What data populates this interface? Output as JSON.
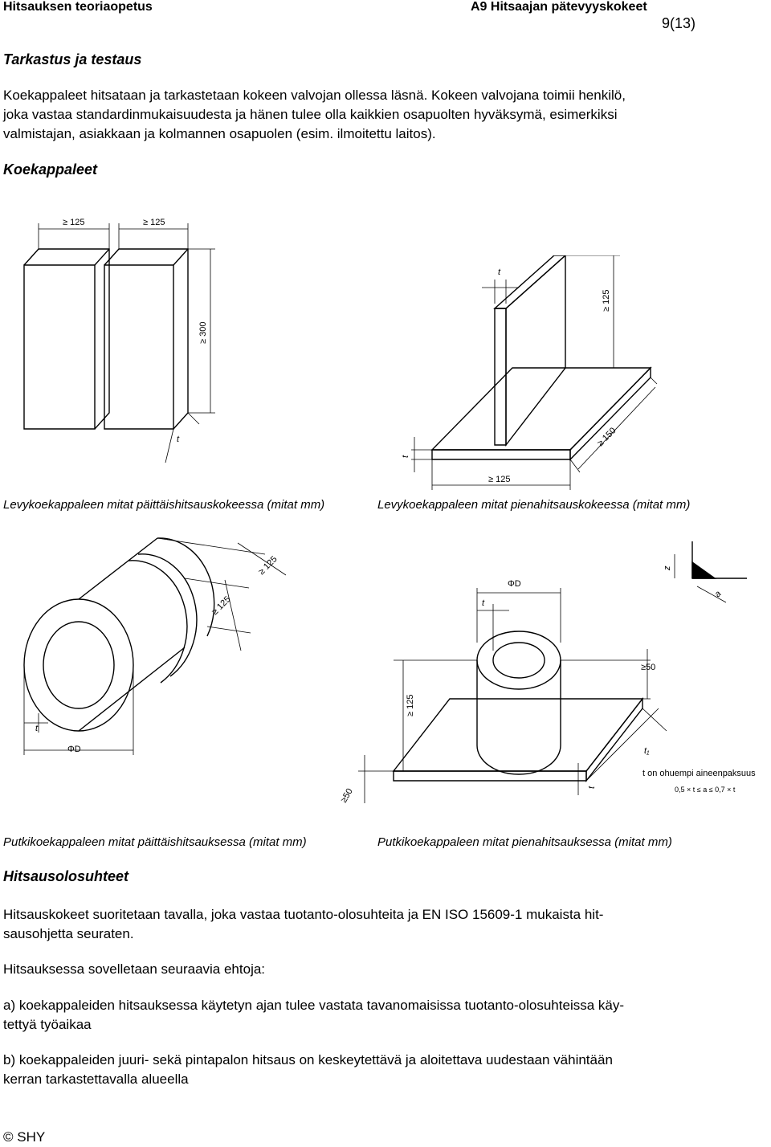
{
  "header": {
    "left": "Hitsauksen teoriaopetus",
    "right": "A9 Hitsaajan pätevyyskokeet",
    "page": "9(13)"
  },
  "section1": {
    "title": "Tarkastus ja testaus",
    "lines": [
      "Koekappaleet hitsataan ja tarkastetaan kokeen valvojan ollessa läsnä. Kokeen valvojana toimii henkilö,",
      "joka vastaa standardinmukaisuudesta ja hänen tulee olla kaikkien osapuolten hyväksymä, esimerkiksi",
      "valmistajan, asiakkaan ja kolmannen osapuolen (esim. ilmoitettu laitos)."
    ]
  },
  "section2": {
    "title": "Koekappaleet"
  },
  "figures": {
    "plate_butt": {
      "caption": "Levykoekappaleen mitat päittäishitsauskokeessa (mitat mm)",
      "dim_w1": "≥ 125",
      "dim_w2": "≥ 125",
      "dim_h": "≥ 300",
      "dim_t": "t"
    },
    "plate_fillet": {
      "caption": "Levykoekappaleen mitat pienahitsauskokeessa (mitat mm)",
      "dim_t_top": "t",
      "dim_h": "≥ 125",
      "dim_depth": "≥ 150",
      "dim_w": "≥ 125",
      "dim_t_side": "t"
    },
    "pipe_butt": {
      "caption": "Putkikoekappaleen mitat päittäishitsauksessa (mitat mm)",
      "dim_l1": "≥ 125",
      "dim_l2": "≥ 125",
      "dim_t": "t",
      "dim_d": "ΦD"
    },
    "pipe_fillet": {
      "caption": "Putkikoekappaleen mitat pienahitsauksessa (mitat mm)",
      "dim_d": "ΦD",
      "dim_t": "t",
      "dim_h": "≥ 125",
      "dim_50a": "≥50",
      "dim_50b": "≥50",
      "dim_t1": "t₁",
      "dim_t2": "t",
      "dim_z": "z",
      "dim_a": "a",
      "note1": "t on ohuempi aineenpaksuus",
      "note2": "0,5 × t ≤ a ≤ 0,7 × t"
    }
  },
  "section3": {
    "title": "Hitsausolosuhteet",
    "p1": [
      "Hitsauskokeet suoritetaan tavalla, joka vastaa tuotanto-olosuhteita ja EN ISO 15609-1 mukaista hit-",
      "sausohjetta seuraten."
    ],
    "p2": "Hitsauksessa sovelletaan seuraavia ehtoja:",
    "p3": [
      "a) koekappaleiden hitsauksessa käytetyn ajan tulee vastata tavanomaisissa tuotanto-olosuhteissa käy-",
      "tettyä työaikaa"
    ],
    "p4": [
      "b) koekappaleiden juuri- sekä pintapalon hitsaus on keskeytettävä ja aloitettava uudestaan vähintään",
      "kerran tarkastettavalla alueella"
    ]
  },
  "footer": {
    "copyright": "© SHY"
  }
}
